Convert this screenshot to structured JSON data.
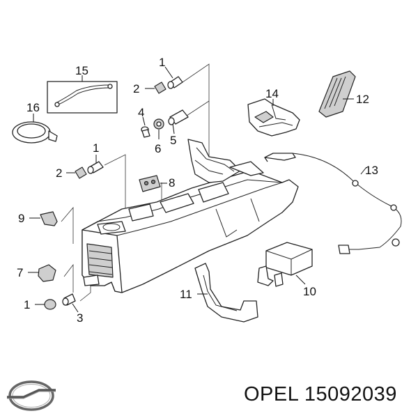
{
  "callouts": {
    "c1a": "1",
    "c2a": "2",
    "c4": "4",
    "c6": "6",
    "c5": "5",
    "c15": "15",
    "c16": "16",
    "c14": "14",
    "c12": "12",
    "c1b": "1",
    "c2b": "2",
    "c8": "8",
    "c13": "13",
    "c9": "9",
    "c7": "7",
    "c10": "10",
    "c11": "11",
    "c1c": "1",
    "c3": "3"
  },
  "footer": {
    "brand": "OPEL",
    "part_number": "15092039"
  },
  "logo": {
    "name": "opel-logo-icon",
    "color": "#555555"
  }
}
